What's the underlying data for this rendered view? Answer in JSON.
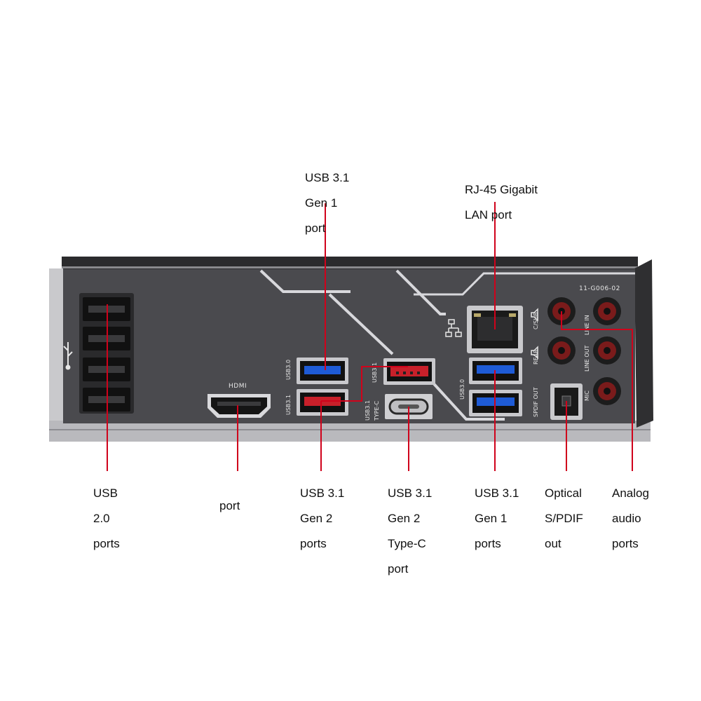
{
  "colors": {
    "leader": "#d0021b",
    "panel": "#4a4a4e",
    "usb_blue": "#1e5bd6",
    "usb_red": "#c8202a",
    "usb2_black": "#1a1a1a"
  },
  "silkscreen": {
    "model_code": "11-G006-02",
    "hdmi": "HDMI",
    "usb30_left": "USB3.0",
    "usb31_left": "USB3.1",
    "usb31_right": "USB3.1",
    "typec_line1": "USB3.1",
    "typec_line2": "TYPE-C",
    "usb30_right": "USB3.0",
    "spdif": "SPDIF OUT",
    "c_sub": "C/SUB",
    "rear": "REAR",
    "line_in": "LINE IN",
    "line_out": "LINE OUT",
    "mic": "MIC"
  },
  "labels": {
    "usb31_gen1_top": [
      "USB 3.1",
      "Gen 1",
      "port"
    ],
    "rj45": [
      "RJ-45 Gigabit",
      "LAN port"
    ],
    "usb20": [
      "USB",
      "2.0",
      "ports"
    ],
    "hdmi": [
      "port"
    ],
    "usb31_gen2": [
      "USB 3.1",
      "Gen 2",
      "ports"
    ],
    "usb31_gen2_typec": [
      "USB 3.1",
      "Gen 2",
      "Type-C",
      "port"
    ],
    "usb31_gen1": [
      "USB 3.1",
      "Gen 1",
      "ports"
    ],
    "optical": [
      "Optical",
      "S/PDIF",
      "out"
    ],
    "analog": [
      "Analog",
      "audio",
      "ports"
    ]
  },
  "icons": [
    "usb-icon",
    "network-icon",
    "speaker-icon",
    "optical-icon"
  ]
}
